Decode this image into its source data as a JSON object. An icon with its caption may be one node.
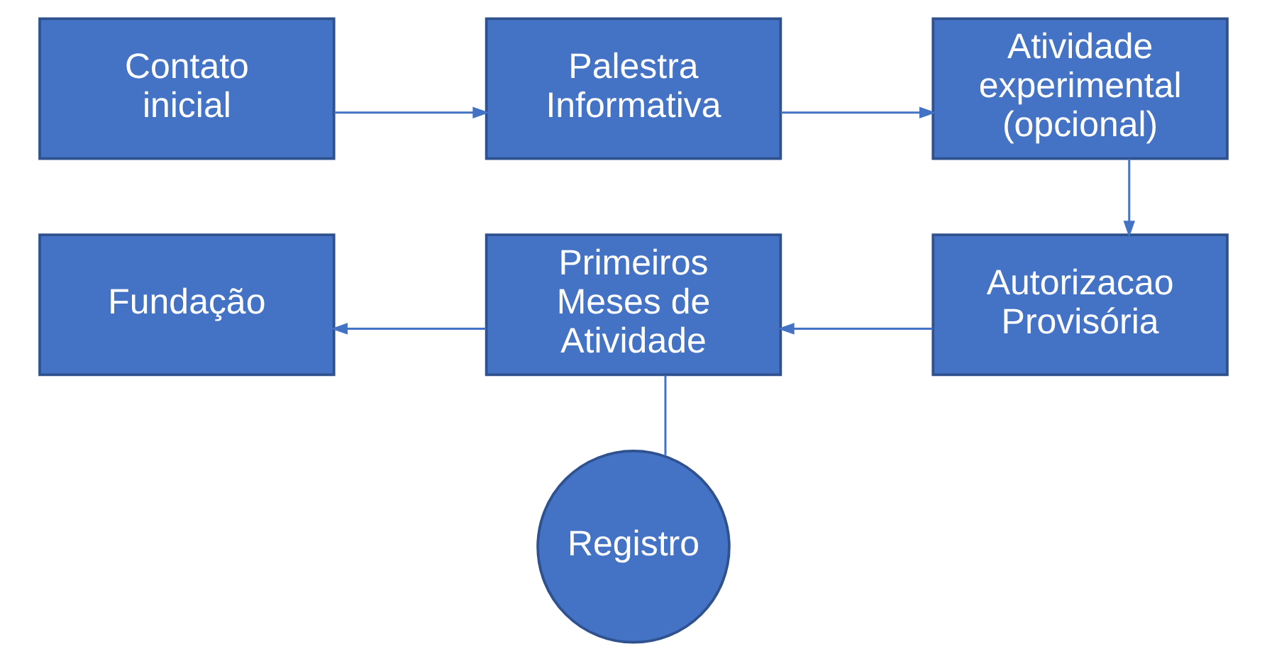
{
  "diagram": {
    "nodes": [
      {
        "text": [
          "Contato inicial"
        ]
      },
      {
        "text": [
          "Palestra Informativa"
        ]
      },
      {
        "text": [
          "Atividade experimental (opcional)"
        ]
      },
      {
        "text": [
          "Fundação"
        ]
      },
      {
        "text": [
          "Primeiros Meses de Atividade"
        ]
      },
      {
        "text": [
          "Autorizacao Provisória"
        ]
      },
      {
        "text": [
          "Registro"
        ]
      }
    ],
    "edges": [
      {
        "from": 0,
        "to": 1,
        "arrow": "to"
      },
      {
        "from": 1,
        "to": 2,
        "arrow": "to"
      },
      {
        "from": 2,
        "to": 5,
        "arrow": "to"
      },
      {
        "from": 5,
        "to": 4,
        "arrow": "to"
      },
      {
        "from": 4,
        "to": 3,
        "arrow": "to"
      },
      {
        "from": 4,
        "to": 6,
        "arrow": "none"
      }
    ]
  }
}
